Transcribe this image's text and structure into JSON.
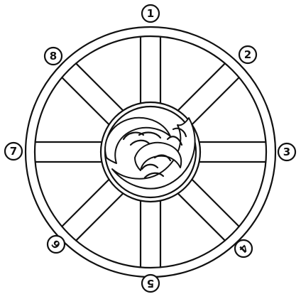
{
  "wheel": {
    "markers": [
      {
        "label": "1",
        "rotate": 0
      },
      {
        "label": "2",
        "rotate": 0
      },
      {
        "label": "3",
        "rotate": 0
      },
      {
        "label": "4",
        "rotate": 135
      },
      {
        "label": "5",
        "rotate": 180
      },
      {
        "label": "6",
        "rotate": 225
      },
      {
        "label": "7",
        "rotate": 0
      },
      {
        "label": "8",
        "rotate": 0
      }
    ],
    "spoke_count": 8,
    "hub_motif": "gankyil-swirl"
  }
}
